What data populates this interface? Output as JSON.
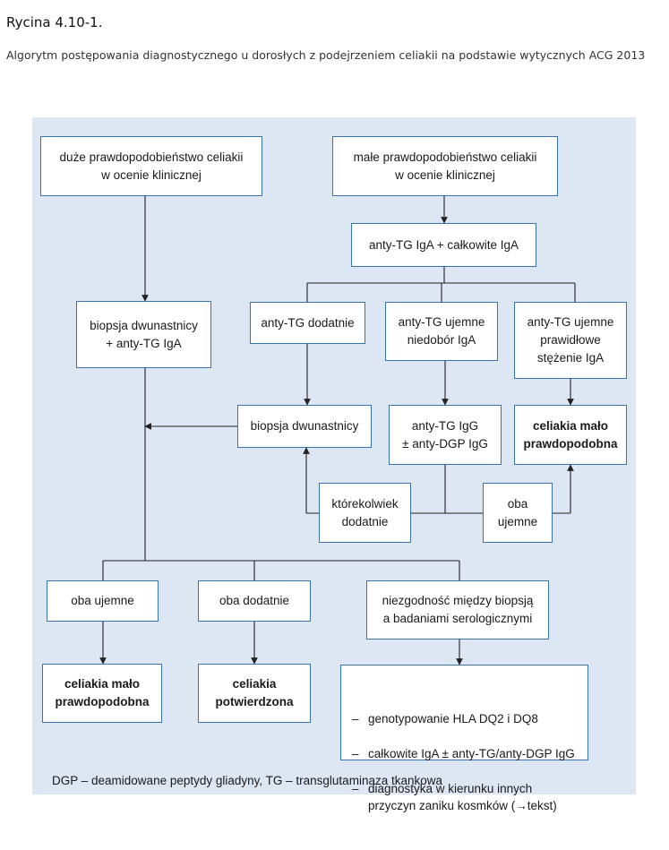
{
  "figure": {
    "title": "Rycina 4.10-1.",
    "caption": "Algorytm postępowania diagnostycznego u dorosłych z podejrzeniem celiakii na podstawie wytycznych ACG 2013"
  },
  "nodes": {
    "high_probability": "duże prawdopodobieństwo celiakii\nw ocenie klinicznej",
    "low_probability": "małe prawdopodobieństwo celiakii\nw ocenie klinicznej",
    "anti_tg_total_iga": "anty-TG IgA + całkowite IgA",
    "biopsy_anti_tg": "biopsja dwunastnicy\n+ anty-TG IgA",
    "anti_tg_positive": "anty-TG dodatnie",
    "anti_tg_neg_iga_deficiency": "anty-TG ujemne\nniedobór IgA",
    "anti_tg_neg_normal_iga": "anty-TG ujemne\nprawidłowe\nstężenie IgA",
    "duodenal_biopsy": "biopsja dwunastnicy",
    "anti_tg_igg_dgp": "anty-TG IgG\n± anty-DGP IgG",
    "celiac_unlikely_right": "celiakia mało\nprawdopodobna",
    "any_positive": "którekolwiek\ndodatnie",
    "both_negative_mid": "oba\nujemne",
    "both_negative": "oba ujemne",
    "both_positive": "oba dodatnie",
    "discrepancy": "niezgodność  między biopsją\na badaniami serologicznymi",
    "celiac_unlikely_left": "celiakia mało\nprawdopodobna",
    "celiac_confirmed": "celiakia\npotwierdzona",
    "next_steps": [
      "genotypowanie HLA DQ2 i DQ8",
      "całkowite IgA ± anty-TG/anty-DGP IgG",
      "diagnostyka w kierunku innych przyczyn zaniku kosmków (→tekst)"
    ]
  },
  "footnote": "DGP – deamidowane peptydy gliadyny, TG – transglutaminaza tkankowa",
  "colors": {
    "panel_background": "#dde7f3",
    "box_border": "#3a72ad",
    "connector": "#222222"
  }
}
